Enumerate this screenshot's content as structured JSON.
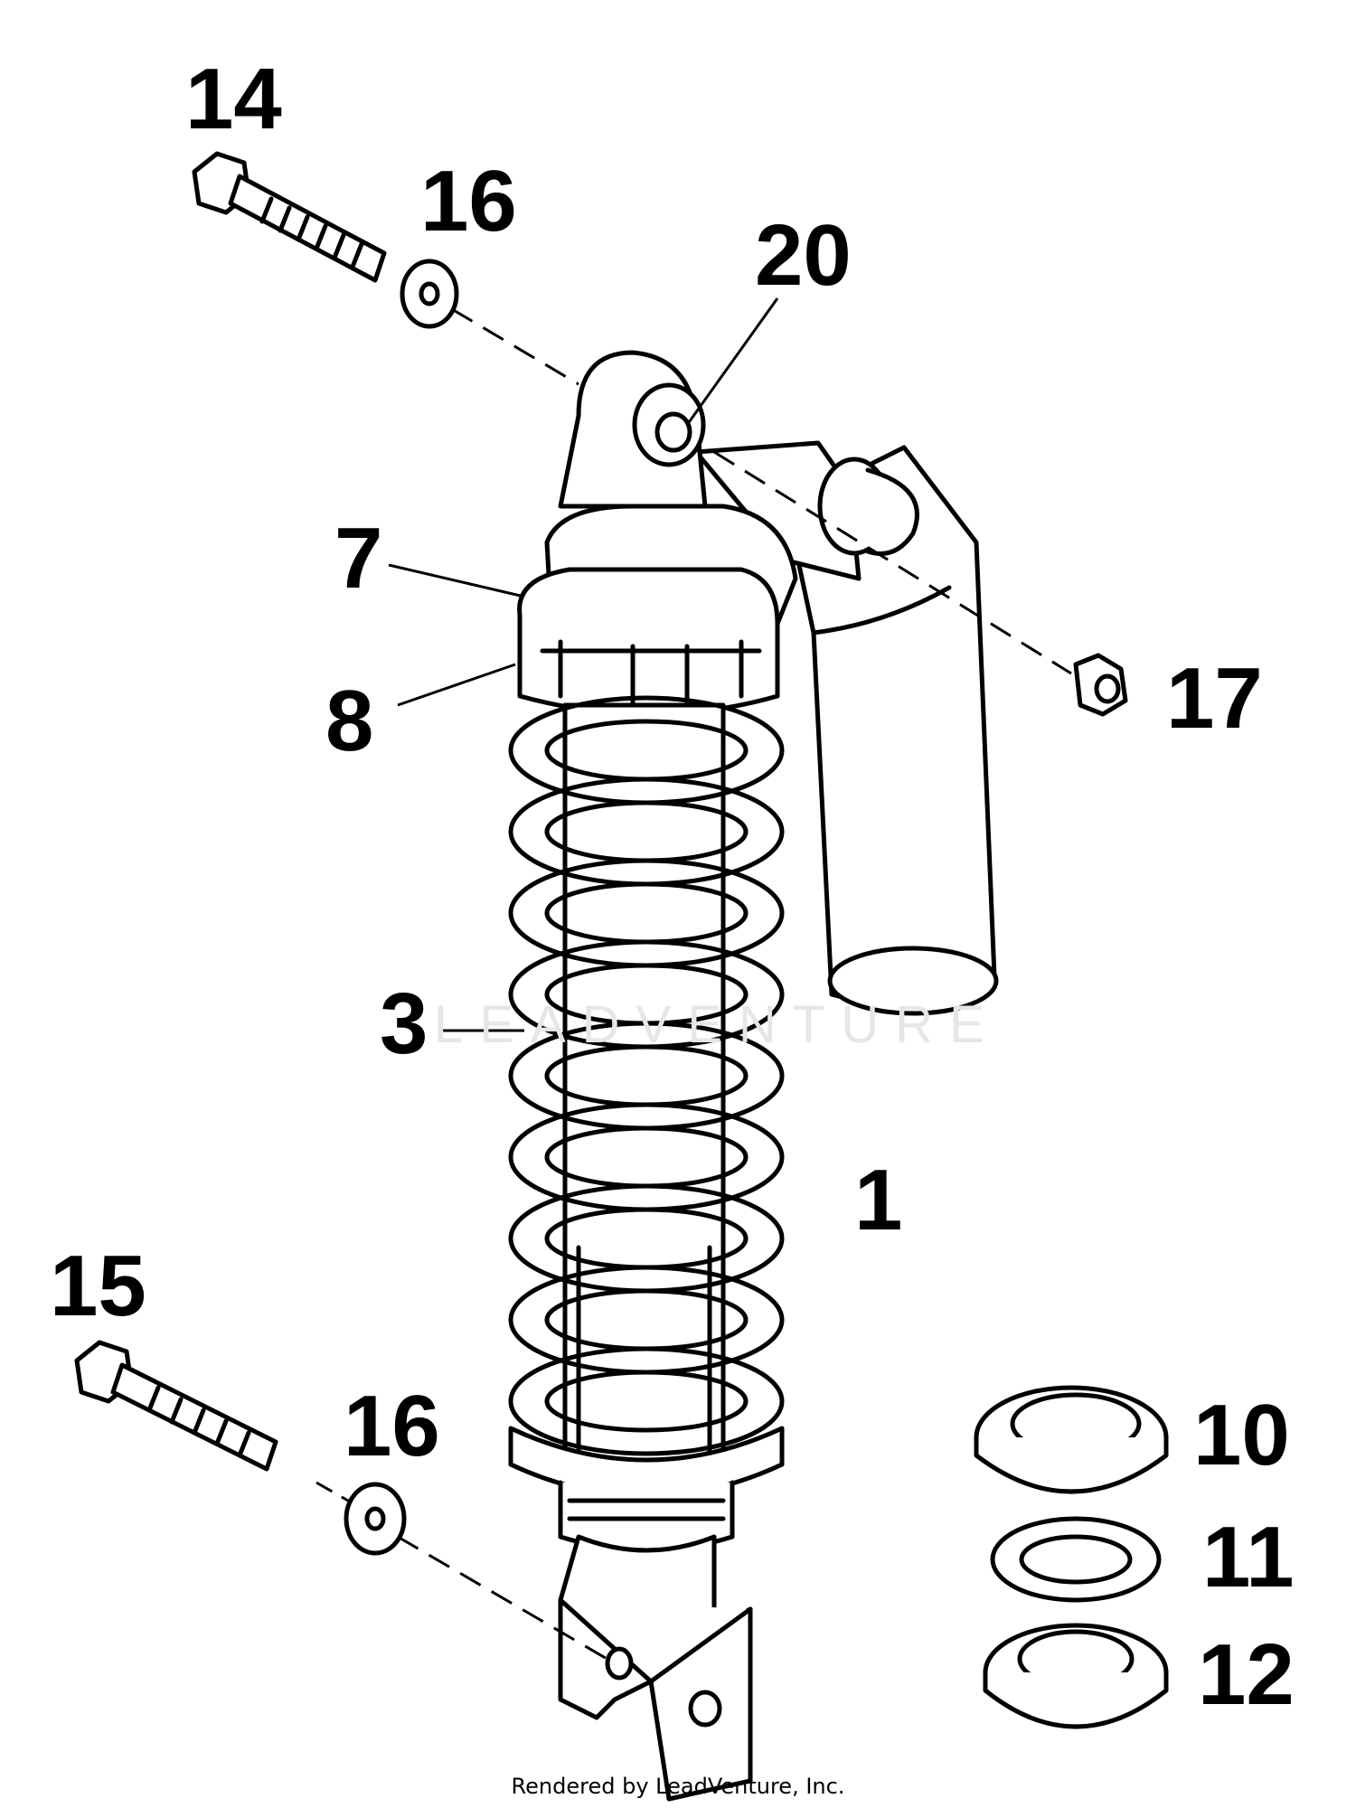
{
  "diagram": {
    "labels": {
      "p14": "14",
      "p16_top": "16",
      "p20": "20",
      "p7": "7",
      "p8": "8",
      "p17": "17",
      "p3": "3",
      "p1": "1",
      "p15": "15",
      "p16_bottom": "16",
      "p10": "10",
      "p11": "11",
      "p12": "12"
    },
    "watermark": "LEADVENTURE",
    "footer": "Rendered by LeadVenture, Inc."
  },
  "colors": {
    "ink": "#000000",
    "paper": "#ffffff",
    "watermark": "#e6e6e6"
  }
}
